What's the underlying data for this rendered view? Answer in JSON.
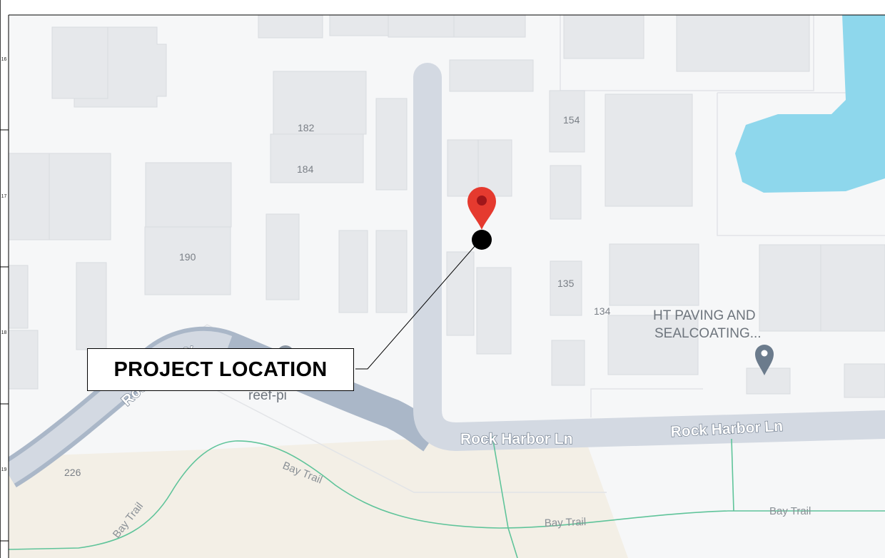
{
  "ruler": {
    "numbers": [
      "16",
      "17",
      "18",
      "19"
    ]
  },
  "buildings": {
    "b182": "182",
    "b184": "184",
    "b190": "190",
    "b154": "154",
    "b135": "135",
    "b134": "134",
    "b226": "226"
  },
  "roads": {
    "rock_harbor_a": "Rock Harbor Ln",
    "rock_harbor_b": "Rock Harbor Ln",
    "cut_road_fragment": "Roc",
    "cut_label_top": "ahor L"
  },
  "trails": {
    "bay_trail_1": "Bay Trail",
    "bay_trail_2": "Bay Trail",
    "bay_trail_3": "Bay Trail",
    "bay_trail_4": "Bay Trail"
  },
  "places": {
    "ht_line1": "HT PAVING AND",
    "ht_line2": "SEALCOATING...",
    "reef": "reef-pi"
  },
  "callout": {
    "label": "PROJECT LOCATION"
  },
  "colors": {
    "water": "#8ed7ec",
    "road": "#d3d9e2",
    "main_road": "#aab7c8",
    "building": "#e6e8eb",
    "trail": "#5fc49a",
    "sand": "#f3efe6",
    "pin": "#e53a2f",
    "place_pin": "#6b7b8c"
  }
}
